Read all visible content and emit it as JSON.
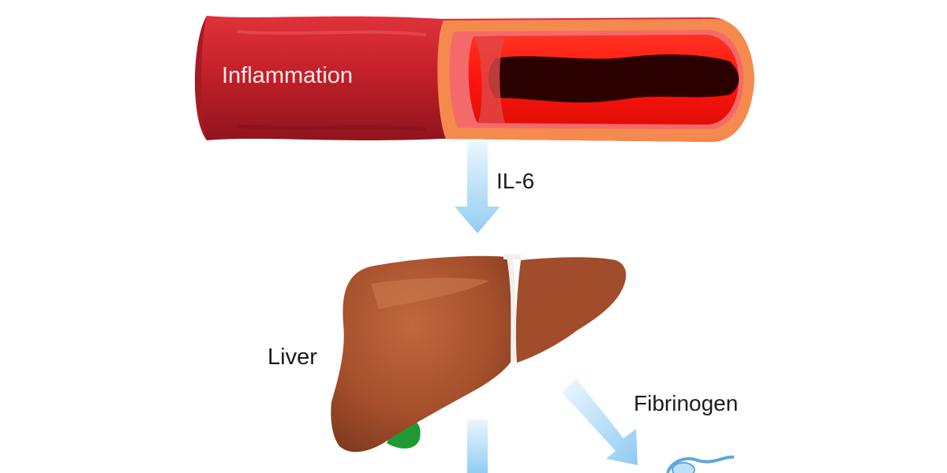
{
  "labels": {
    "inflammation": "Inflammation",
    "il6": "IL-6",
    "liver": "Liver",
    "fibrinogen": "Fibrinogen"
  },
  "colors": {
    "vessel_outer": "#c8232a",
    "vessel_wall": "#f38a5a",
    "vessel_lumen": "#ff1a10",
    "vessel_core": "#2a0000",
    "liver": "#a4502e",
    "gallbladder": "#1f9a33",
    "arrow": "#a9d6f5"
  },
  "icons": [
    "blood-vessel-illustration",
    "liver-illustration",
    "gallbladder-illustration",
    "arrow-down-icon",
    "arrow-diagonal-icon",
    "fibrinogen-molecule-illustration"
  ]
}
